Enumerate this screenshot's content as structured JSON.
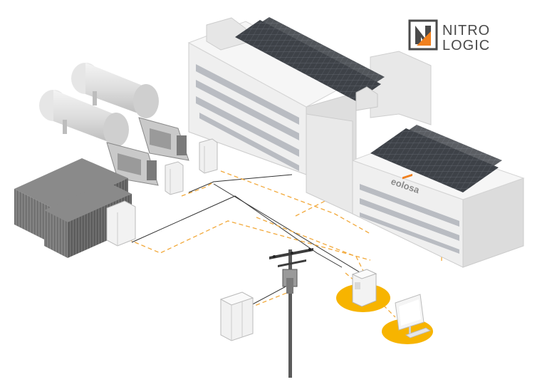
{
  "logo": {
    "line1": "NITRO",
    "line2": "LOGIC",
    "accent_color": "#f0801e",
    "frame_color": "#4a4a4a"
  },
  "building_sign": "eolosa",
  "colors": {
    "wire_solid": "#333333",
    "wire_dashed": "#f2a93b",
    "highlight_disc": "#f7b400",
    "container": "#6b6b6b",
    "solar_panel": "#3d4046"
  }
}
